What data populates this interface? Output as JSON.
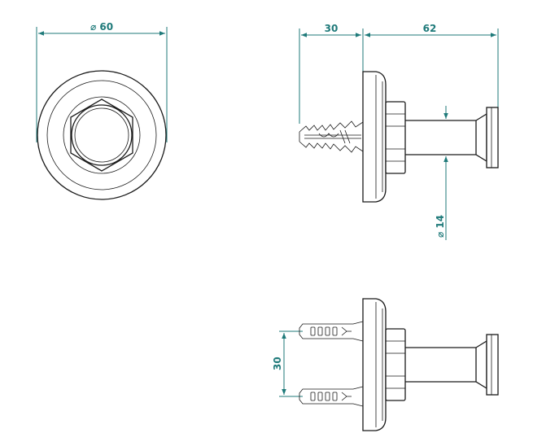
{
  "drawing": {
    "front_view": {
      "diameter_label": "⌀ 60"
    },
    "side_view": {
      "anchor_length_label": "30",
      "projection_label": "62",
      "rod_diameter_label": "⌀ 14"
    },
    "bottom_view": {
      "anchor_spacing_label": "30"
    }
  },
  "colors": {
    "dimension": "#1f7a7a",
    "outline": "#1a1a1a"
  }
}
